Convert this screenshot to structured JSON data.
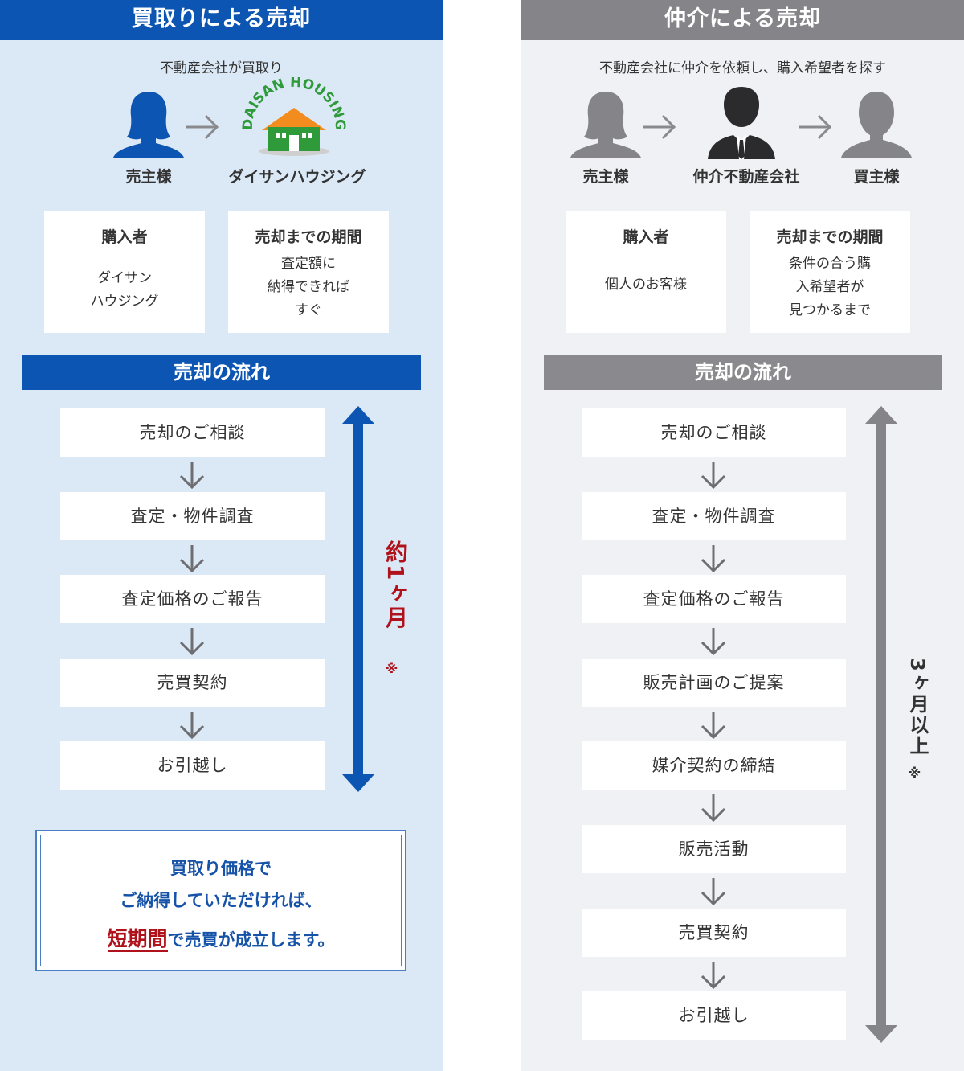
{
  "left": {
    "header": "買取りによる売却",
    "subtitle": "不動産会社が買取り",
    "seller_label": "売主様",
    "company_label": "ダイサンハウジング",
    "logo_text": "DAISAN HOUSING",
    "buyer_card": {
      "title": "購入者",
      "line1": "ダイサン",
      "line2": "ハウジング"
    },
    "period_card": {
      "title": "売却までの期間",
      "line1": "査定額に",
      "line2": "納得できれば",
      "line3": "すぐ"
    },
    "flow_banner": "売却の流れ",
    "steps": [
      "売却のご相談",
      "査定・物件調査",
      "査定価格のご報告",
      "売買契約",
      "お引越し"
    ],
    "duration": "約1ヶ月",
    "duration_note": "※",
    "note": {
      "line1": "買取り価格で",
      "line2": "ご納得していただければ、",
      "highlight": "短期間",
      "line3_rest": "で売買が成立します。"
    },
    "colors": {
      "header": "#0d55b3",
      "bg": "#dbe9f7",
      "accent": "#b0121b",
      "arrow": "#0d55b3"
    }
  },
  "right": {
    "header": "仲介による売却",
    "subtitle": "不動産会社に仲介を依頼し、購入希望者を探す",
    "seller_label": "売主様",
    "agent_label": "仲介不動産会社",
    "buyer_label": "買主様",
    "buyer_card": {
      "title": "購入者",
      "line1": "個人のお客様"
    },
    "period_card": {
      "title": "売却までの期間",
      "line1": "条件の合う購",
      "line2": "入希望者が",
      "line3": "見つかるまで"
    },
    "flow_banner": "売却の流れ",
    "steps": [
      "売却のご相談",
      "査定・物件調査",
      "査定価格のご報告",
      "販売計画のご提案",
      "媒介契約の締結",
      "販売活動",
      "売買契約",
      "お引越し"
    ],
    "duration": "3ヶ月以上",
    "duration_note": "※",
    "colors": {
      "header": "#848489",
      "bg": "#eff1f5",
      "arrow": "#848489"
    }
  },
  "icons": {
    "person": "person-silhouette-icon",
    "agent": "businessman-icon",
    "arrow": "arrow-right-icon",
    "down": "chevron-down-arrow-icon",
    "house": "house-logo-icon"
  }
}
